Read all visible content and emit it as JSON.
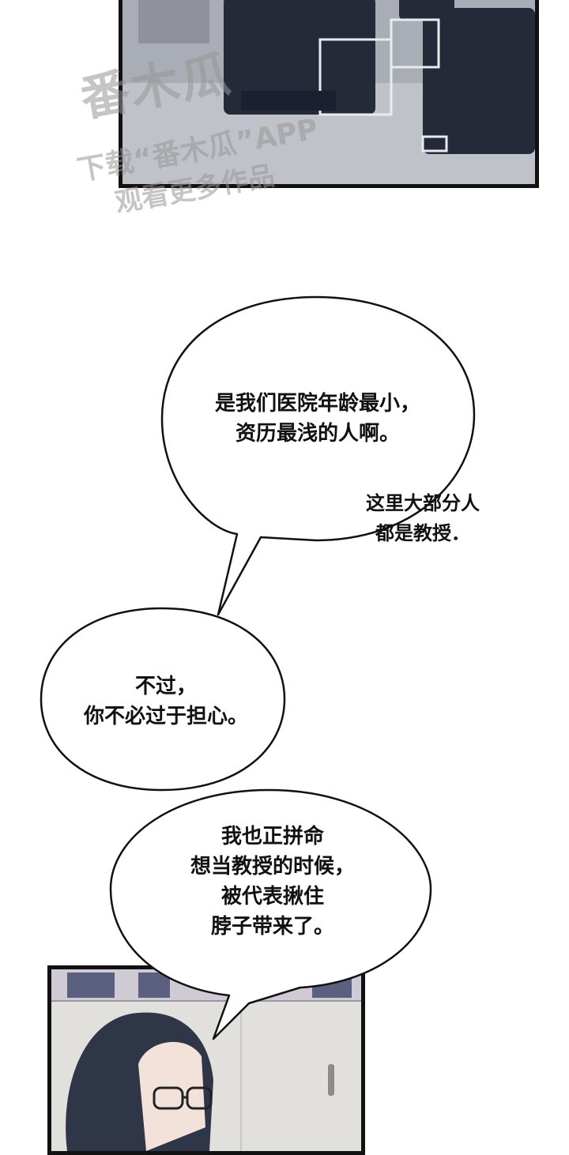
{
  "watermark": {
    "logo": "番木瓜",
    "line1": "下载“番木瓜”APP",
    "line2": "观看更多作品"
  },
  "bubbles": [
    {
      "id": "bubble1",
      "text": "是我们医院年龄最小，\n资历最浅的人啊。"
    },
    {
      "id": "bubble2",
      "text": "不过，\n你不必过于担心。"
    },
    {
      "id": "bubble3",
      "text": "我也正拼命\n想当教授的时候，\n被代表揪住\n脖子带来了。"
    }
  ],
  "aside": {
    "text": "这里大部分人\n都是教授．"
  },
  "colors": {
    "ink": "#111111",
    "bubble_fill": "#ffffff",
    "panel_border": "#111111"
  }
}
